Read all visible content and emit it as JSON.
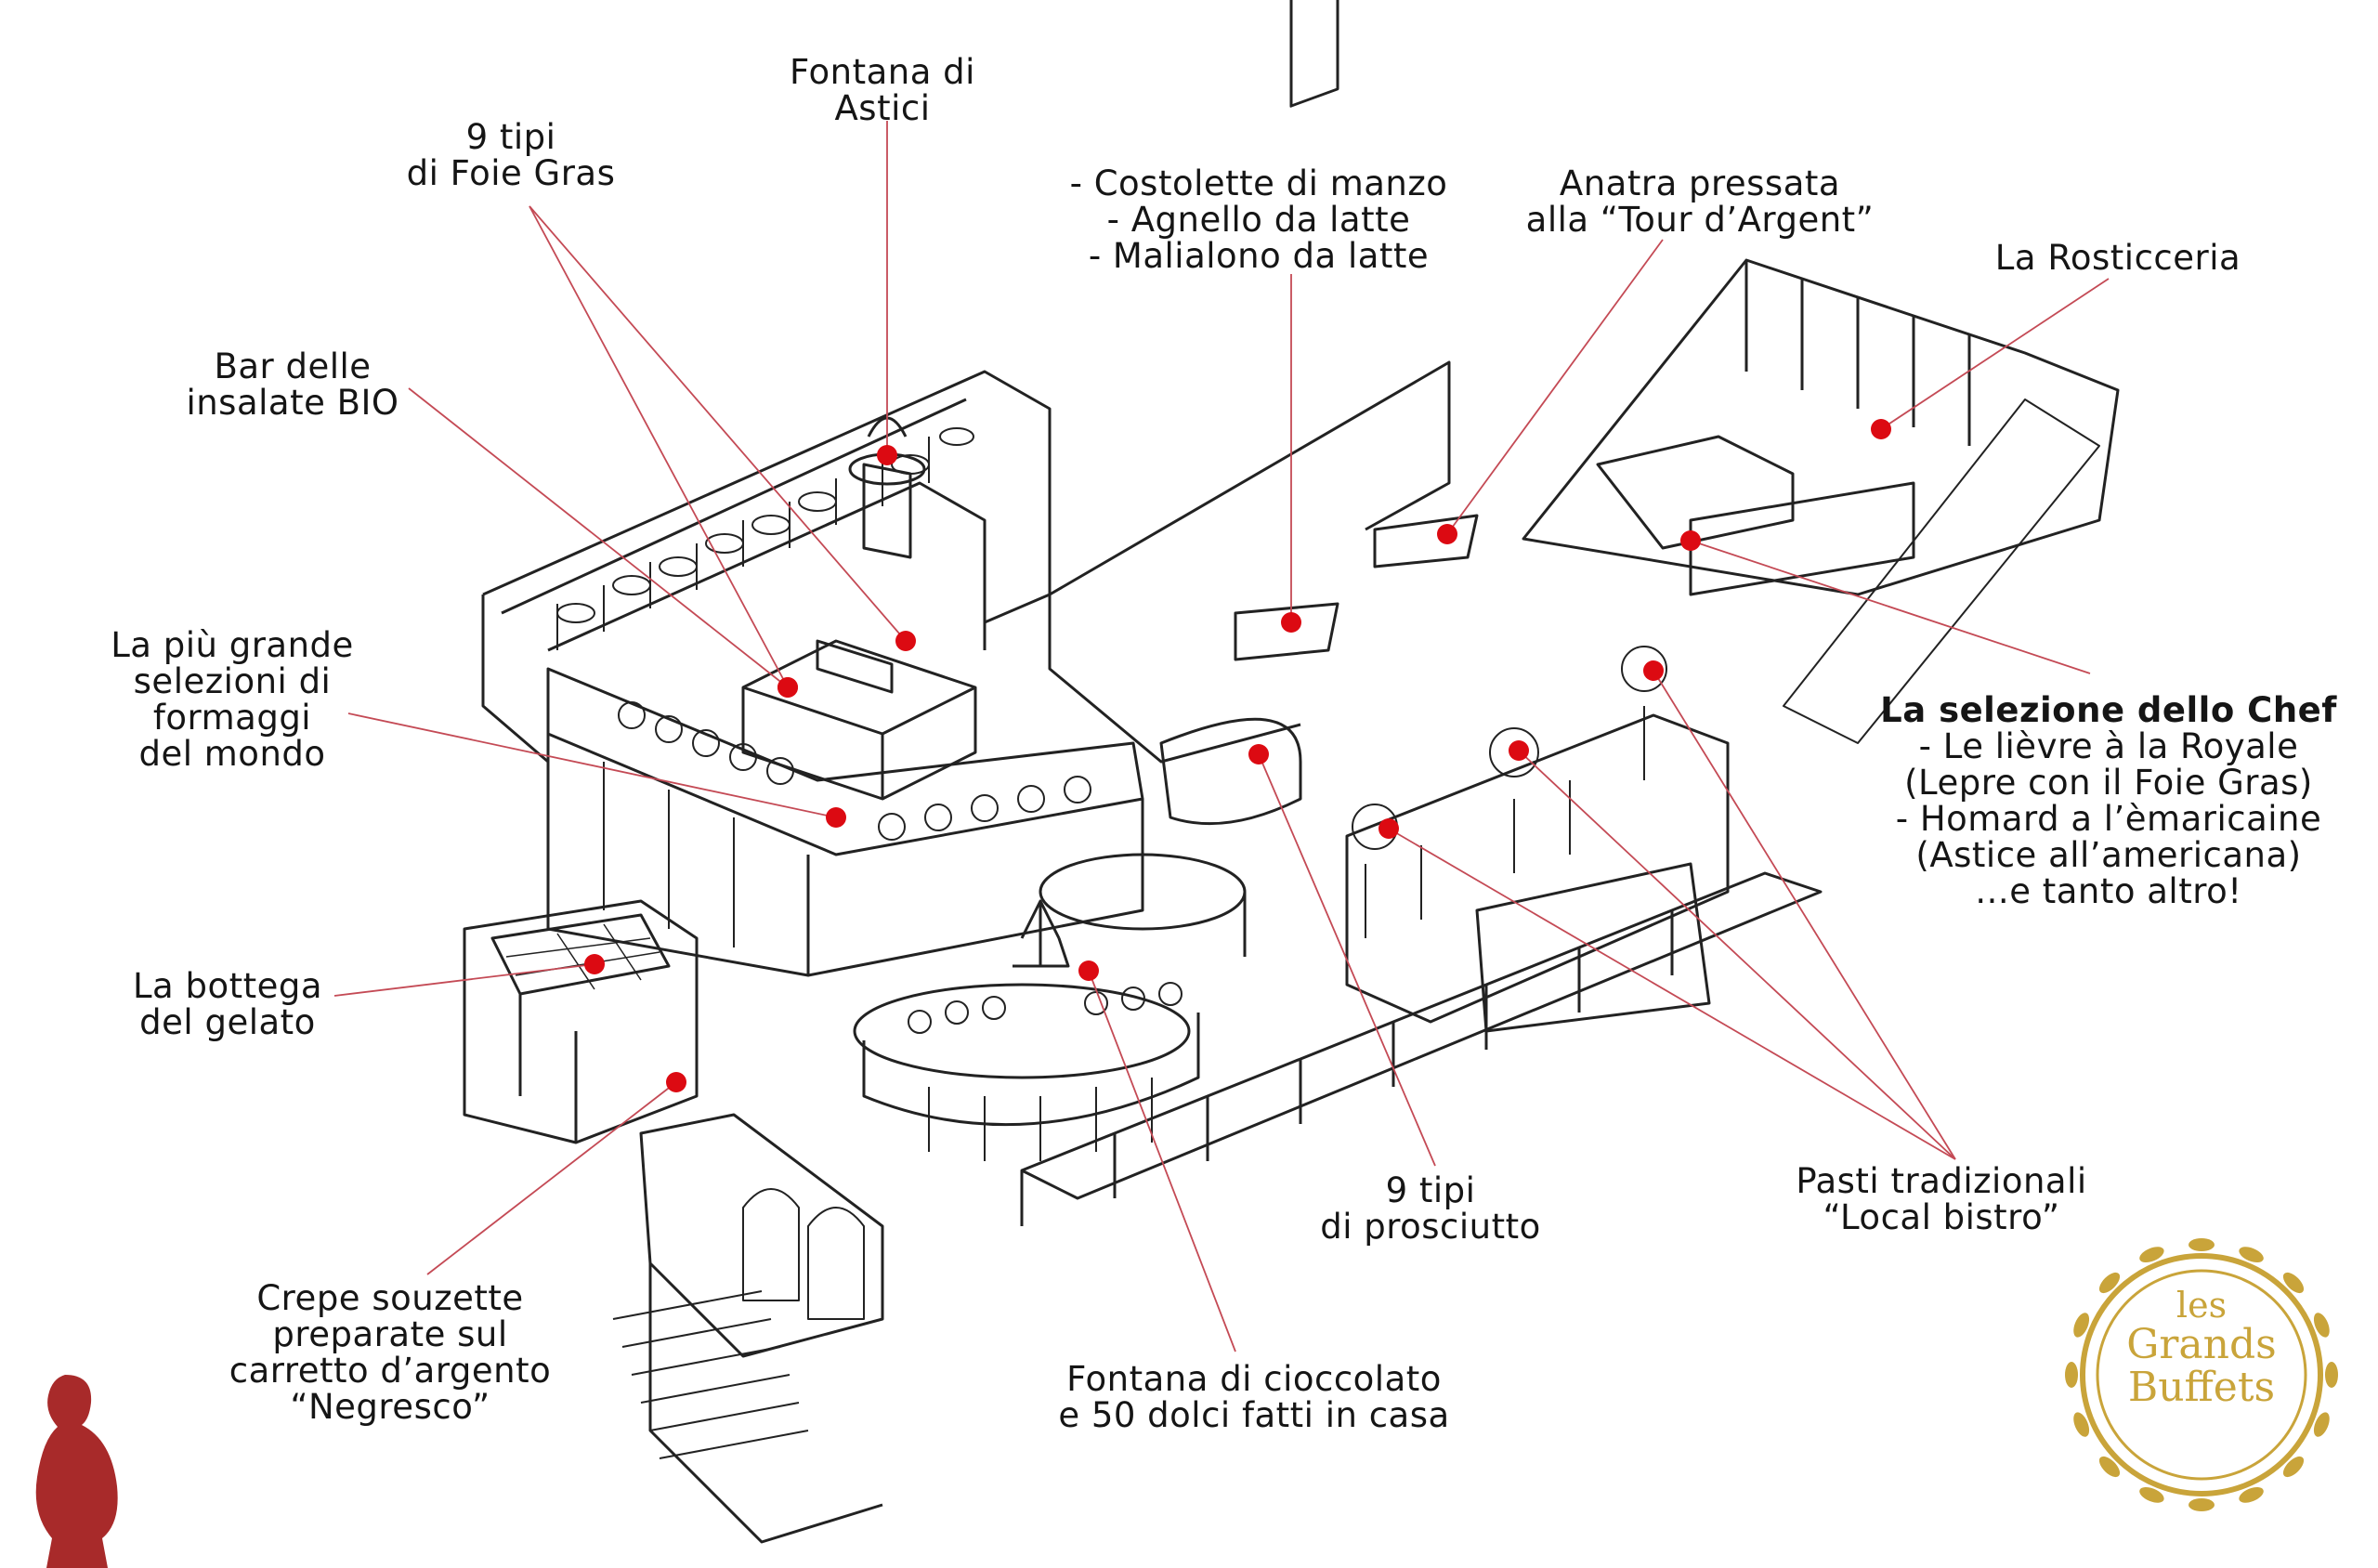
{
  "labels": {
    "fontana_astici": [
      "Fontana di",
      "Astici"
    ],
    "foie_gras": [
      "9 tipi",
      "di Foie Gras"
    ],
    "costolette": [
      "- Costolette di manzo",
      "- Agnello da latte",
      "- Malialono da latte"
    ],
    "anatra": [
      "Anatra pressata",
      "alla “Tour d’Argent”"
    ],
    "rosticceria": [
      "La Rosticceria"
    ],
    "insalate": [
      "Bar delle",
      "insalate BIO"
    ],
    "formaggi": [
      "La più grande",
      "selezioni di",
      "formaggi",
      "del mondo"
    ],
    "chef": {
      "title": "La selezione dello Chef",
      "lines": [
        "- Le lièvre à la Royale",
        "(Lepre con il Foie Gras)",
        "- Homard a l’èmaricaine",
        "(Astice all’americana)",
        "...e tanto altro!"
      ]
    },
    "gelato": [
      "La bottega",
      "del gelato"
    ],
    "crepe": [
      "Crepe souzette",
      "preparate sul",
      "carretto d’argento",
      "“Negresco”"
    ],
    "cioccolato": [
      "Fontana di cioccolato",
      "e 50 dolci fatti in casa"
    ],
    "prosciutto": [
      "9 tipi",
      "di prosciutto"
    ],
    "bistro": [
      "Pasti tradizionali",
      "“Local bistro”"
    ]
  },
  "logo": {
    "lines": [
      "les",
      "Grands",
      "Buffets"
    ]
  },
  "colors": {
    "marker": "#dc0a12",
    "leader": "#c44a55",
    "ink": "#151515",
    "gold": "#c9a43a",
    "mascot": "#a82a2a"
  }
}
